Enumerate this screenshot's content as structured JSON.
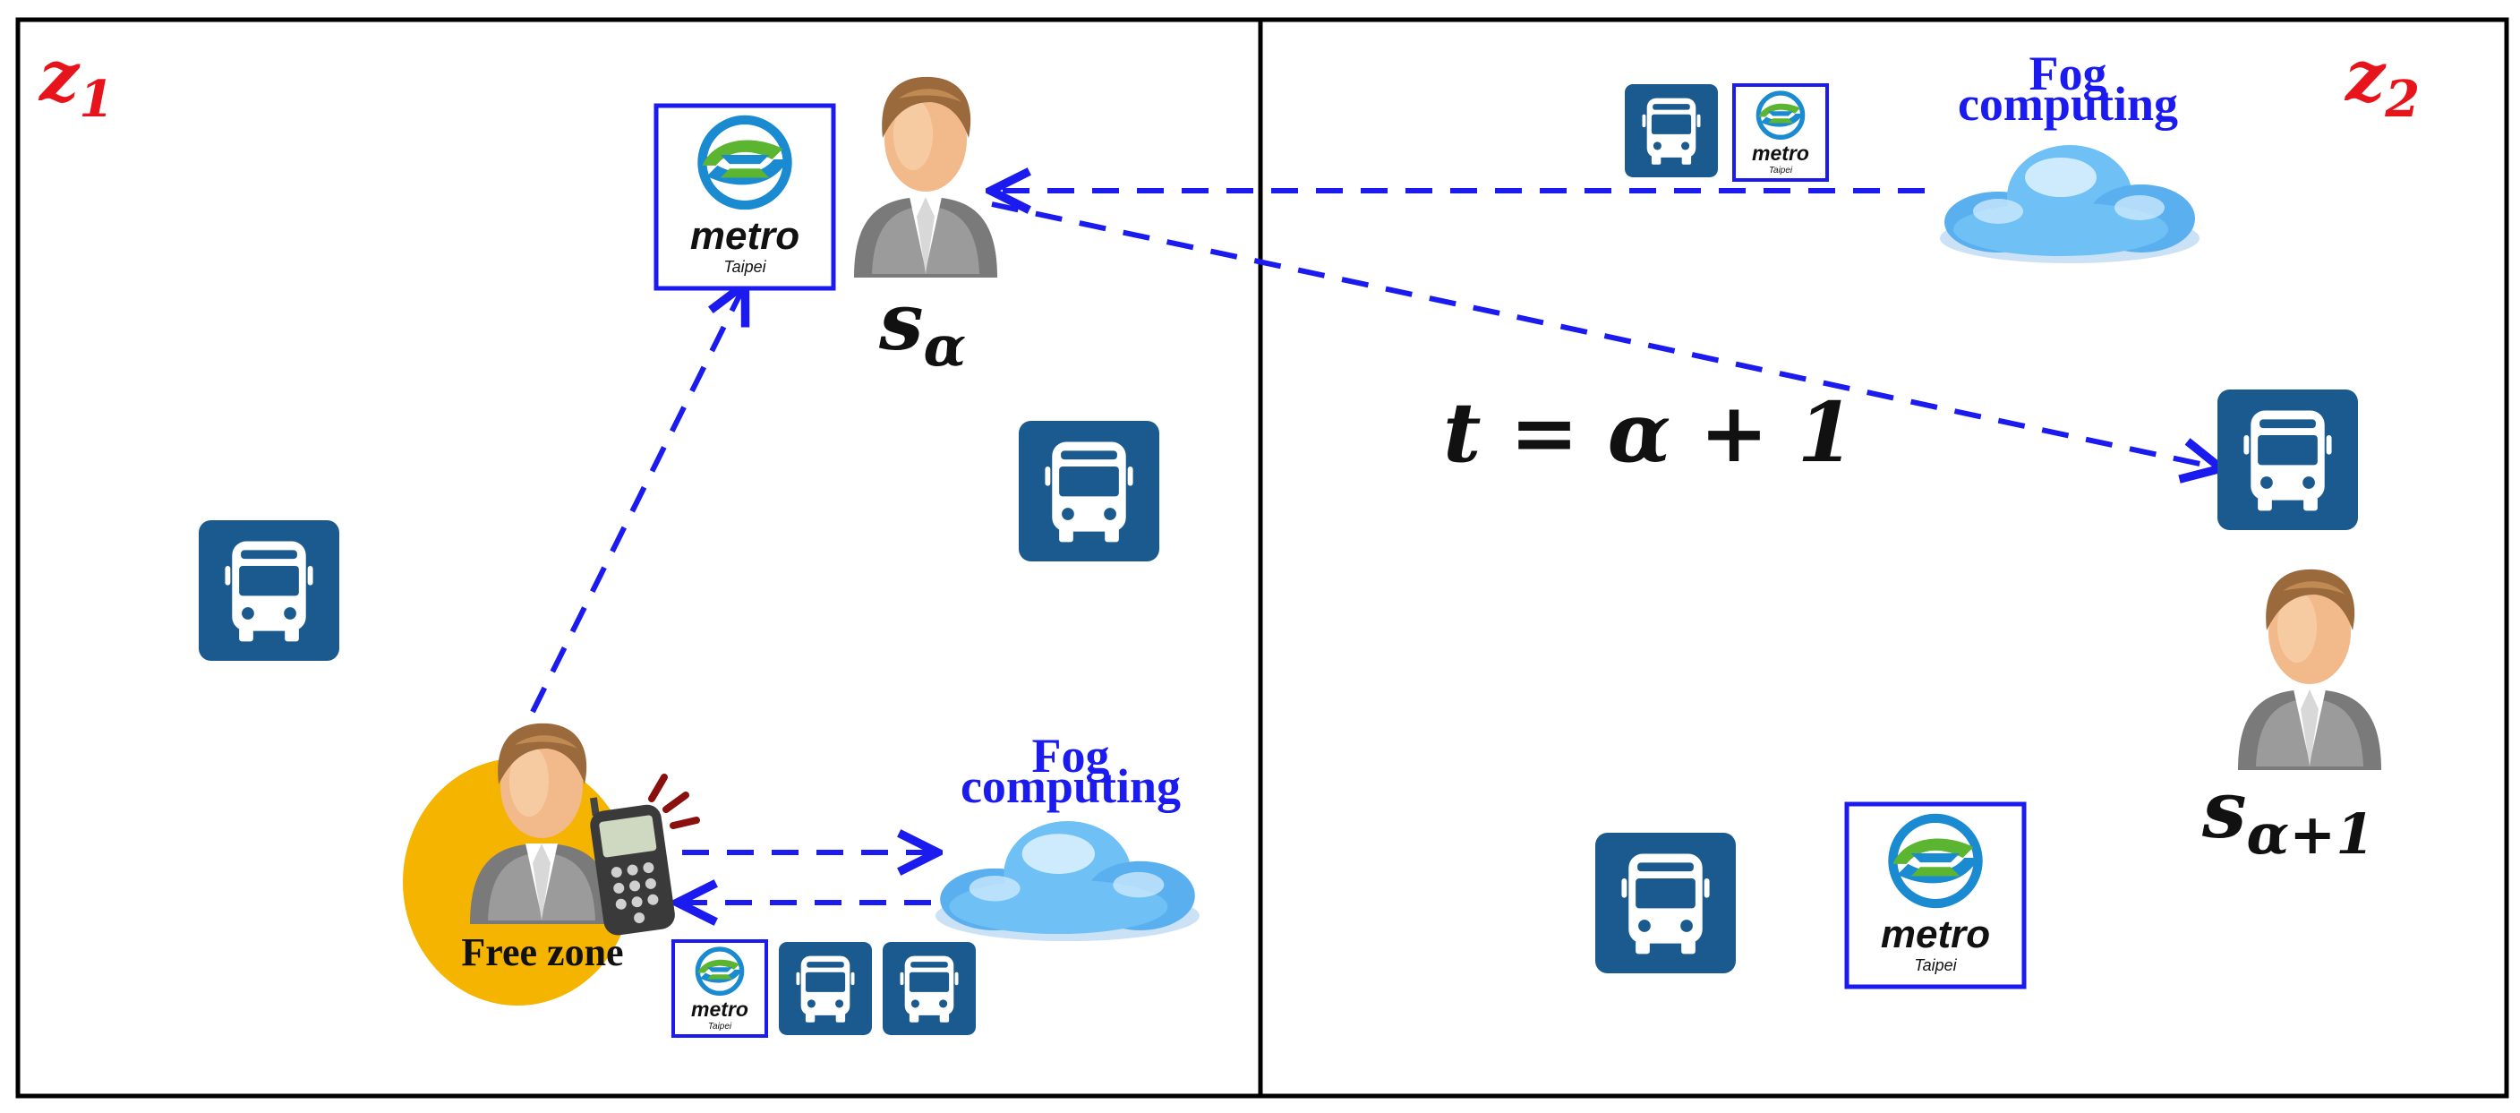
{
  "zones": [
    {
      "id": "z1",
      "base": "z",
      "sub": "1"
    },
    {
      "id": "z2",
      "base": "z",
      "sub": "2"
    }
  ],
  "stations": [
    {
      "id": "s_alpha",
      "base": "s",
      "sub": "α"
    },
    {
      "id": "s_alpha_plus_1",
      "base": "s",
      "sub": "α+1"
    }
  ],
  "time_label": "t = α + 1",
  "fog": {
    "line1": "Fog",
    "line2": "computing"
  },
  "free_zone_label": "Free zone",
  "metro_logo": {
    "word": "metro",
    "city": "Taipei"
  },
  "icons": {
    "bus": "bus-icon",
    "metro": "metro-taipei-logo",
    "person": "person-icon",
    "cloud": "cloud-icon",
    "phone": "mobile-phone-icon"
  },
  "colors": {
    "zone_label": "#e8141c",
    "arrow": "#1b1bf0",
    "bus_tile": "#1b5a8e",
    "free_zone": "#f5b400",
    "metro_border": "#1b1bf0"
  }
}
